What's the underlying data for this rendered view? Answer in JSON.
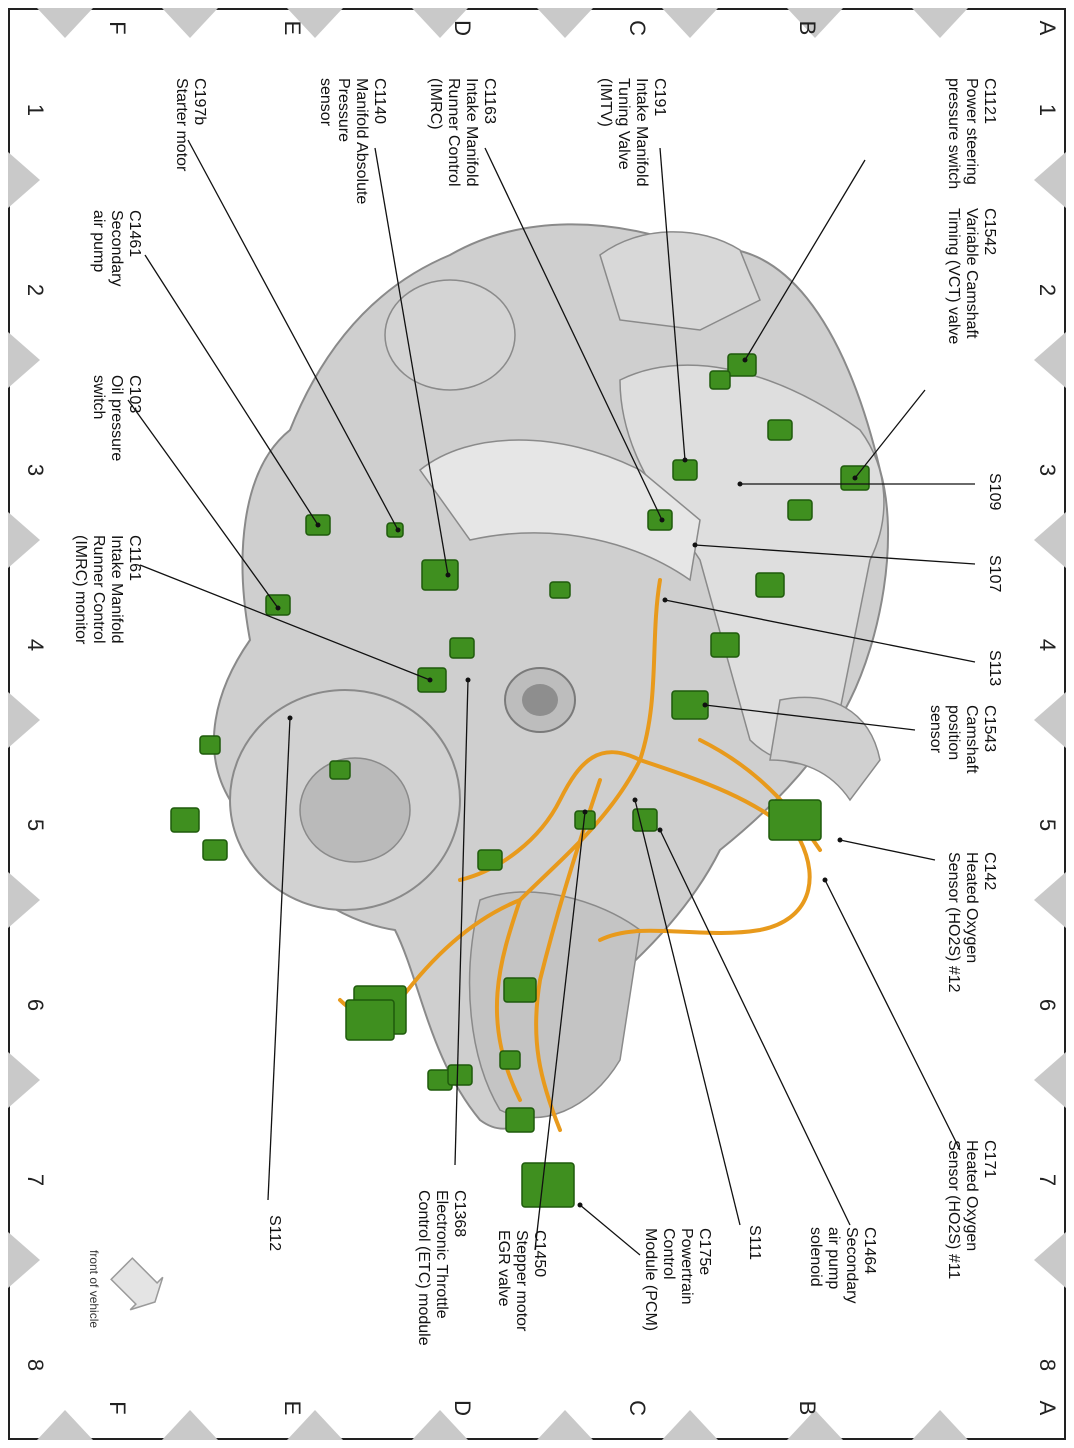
{
  "grid": {
    "rows": [
      "A",
      "B",
      "C",
      "D",
      "E",
      "F"
    ],
    "columns": [
      "1",
      "2",
      "3",
      "4",
      "5",
      "6",
      "7",
      "8"
    ]
  },
  "callouts": [
    {
      "id": "c1121",
      "lines": [
        "C1121",
        "Power steering",
        "pressure switch"
      ]
    },
    {
      "id": "c1542",
      "lines": [
        "C1542",
        "Variable Camshaft",
        "Timing (VCT) valve"
      ]
    },
    {
      "id": "s109",
      "lines": [
        "S109"
      ]
    },
    {
      "id": "s107",
      "lines": [
        "S107"
      ]
    },
    {
      "id": "s113",
      "lines": [
        "S113"
      ]
    },
    {
      "id": "c1543",
      "lines": [
        "C1543",
        "Camshaft",
        "position",
        "sensor"
      ]
    },
    {
      "id": "c142",
      "lines": [
        "C142",
        "Heated Oxygen",
        "Sensor (HO2S) #12"
      ]
    },
    {
      "id": "c171",
      "lines": [
        "C171",
        "Heated Oxygen",
        "Sensor (HO2S) #11"
      ]
    },
    {
      "id": "c1464",
      "lines": [
        "C1464",
        "Secondary",
        "air pump",
        "solenoid"
      ]
    },
    {
      "id": "s111",
      "lines": [
        "S111"
      ]
    },
    {
      "id": "c175e",
      "lines": [
        "C175e",
        "Powertrain",
        "Control",
        "Module (PCM)"
      ]
    },
    {
      "id": "c191",
      "lines": [
        "C191",
        "Intake Manifold",
        "Tuning Valve",
        "(IMTV)"
      ]
    },
    {
      "id": "c1450",
      "lines": [
        "C1450",
        "Stepper motor",
        "EGR valve"
      ]
    },
    {
      "id": "c1163",
      "lines": [
        "C1163",
        "Intake Manifold",
        "Runner Control",
        "(IMRC)"
      ]
    },
    {
      "id": "c1368",
      "lines": [
        "C1368",
        "Electronic Throttle",
        "Control (ETC) module"
      ]
    },
    {
      "id": "c1140",
      "lines": [
        "C1140",
        "Manifold Absolute",
        "Pressure",
        "sensor"
      ]
    },
    {
      "id": "c1461",
      "lines": [
        "C1461",
        "Secondary",
        "air pump"
      ]
    },
    {
      "id": "c103",
      "lines": [
        "C103",
        "Oil pressure",
        "switch"
      ]
    },
    {
      "id": "c1161",
      "lines": [
        "C1161",
        "Intake Manifold",
        "Runner Control",
        "(IMRC) monitor"
      ]
    },
    {
      "id": "s112",
      "lines": [
        "S112"
      ]
    },
    {
      "id": "c197b",
      "lines": [
        "C197b",
        "Starter motor"
      ]
    }
  ],
  "front_of_vehicle": "front of vehicle",
  "colors": {
    "engine": "#c8c8c8",
    "engine_dark": "#9a9a9a",
    "connector": "#3f8f1f",
    "connector_dark": "#1f5a0c",
    "harness": "#e89a1c",
    "marker": "#c9c9c9"
  }
}
